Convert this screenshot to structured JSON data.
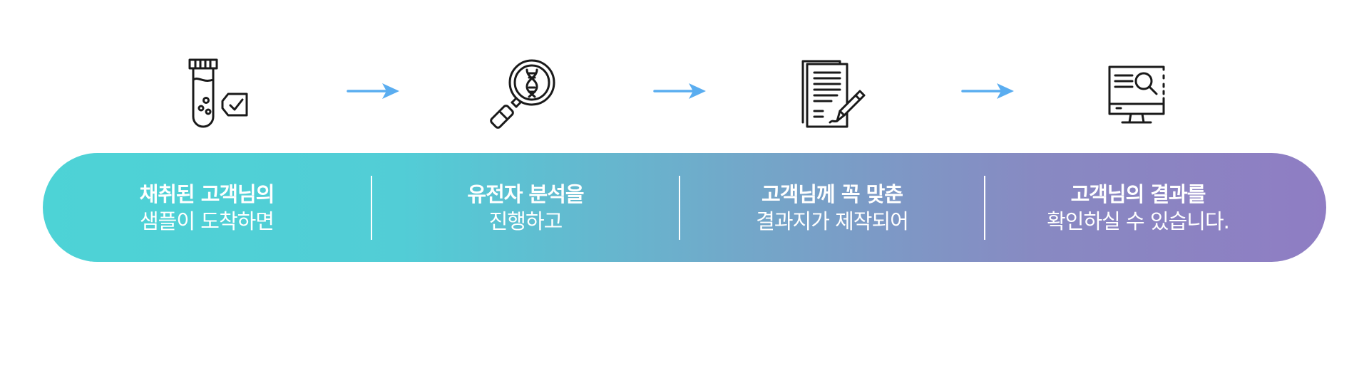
{
  "colors": {
    "arrow": "#5aadf0",
    "icon_stroke": "#1a1a1a",
    "gradient_start": "#4dd3d6",
    "gradient_end": "#8f7dc3",
    "text": "#ffffff"
  },
  "process": {
    "icons": [
      "test-tube-icon",
      "dna-magnifier-icon",
      "document-pen-icon",
      "monitor-search-icon"
    ],
    "steps": [
      {
        "line1": "채취된 고객님의",
        "line2": "샘플이 도착하면"
      },
      {
        "line1": "유전자 분석을",
        "line2": "진행하고"
      },
      {
        "line1": "고객님께 꼭 맞춘",
        "line2": "결과지가 제작되어"
      },
      {
        "line1": "고객님의 결과를",
        "line2": "확인하실 수 있습니다."
      }
    ]
  }
}
